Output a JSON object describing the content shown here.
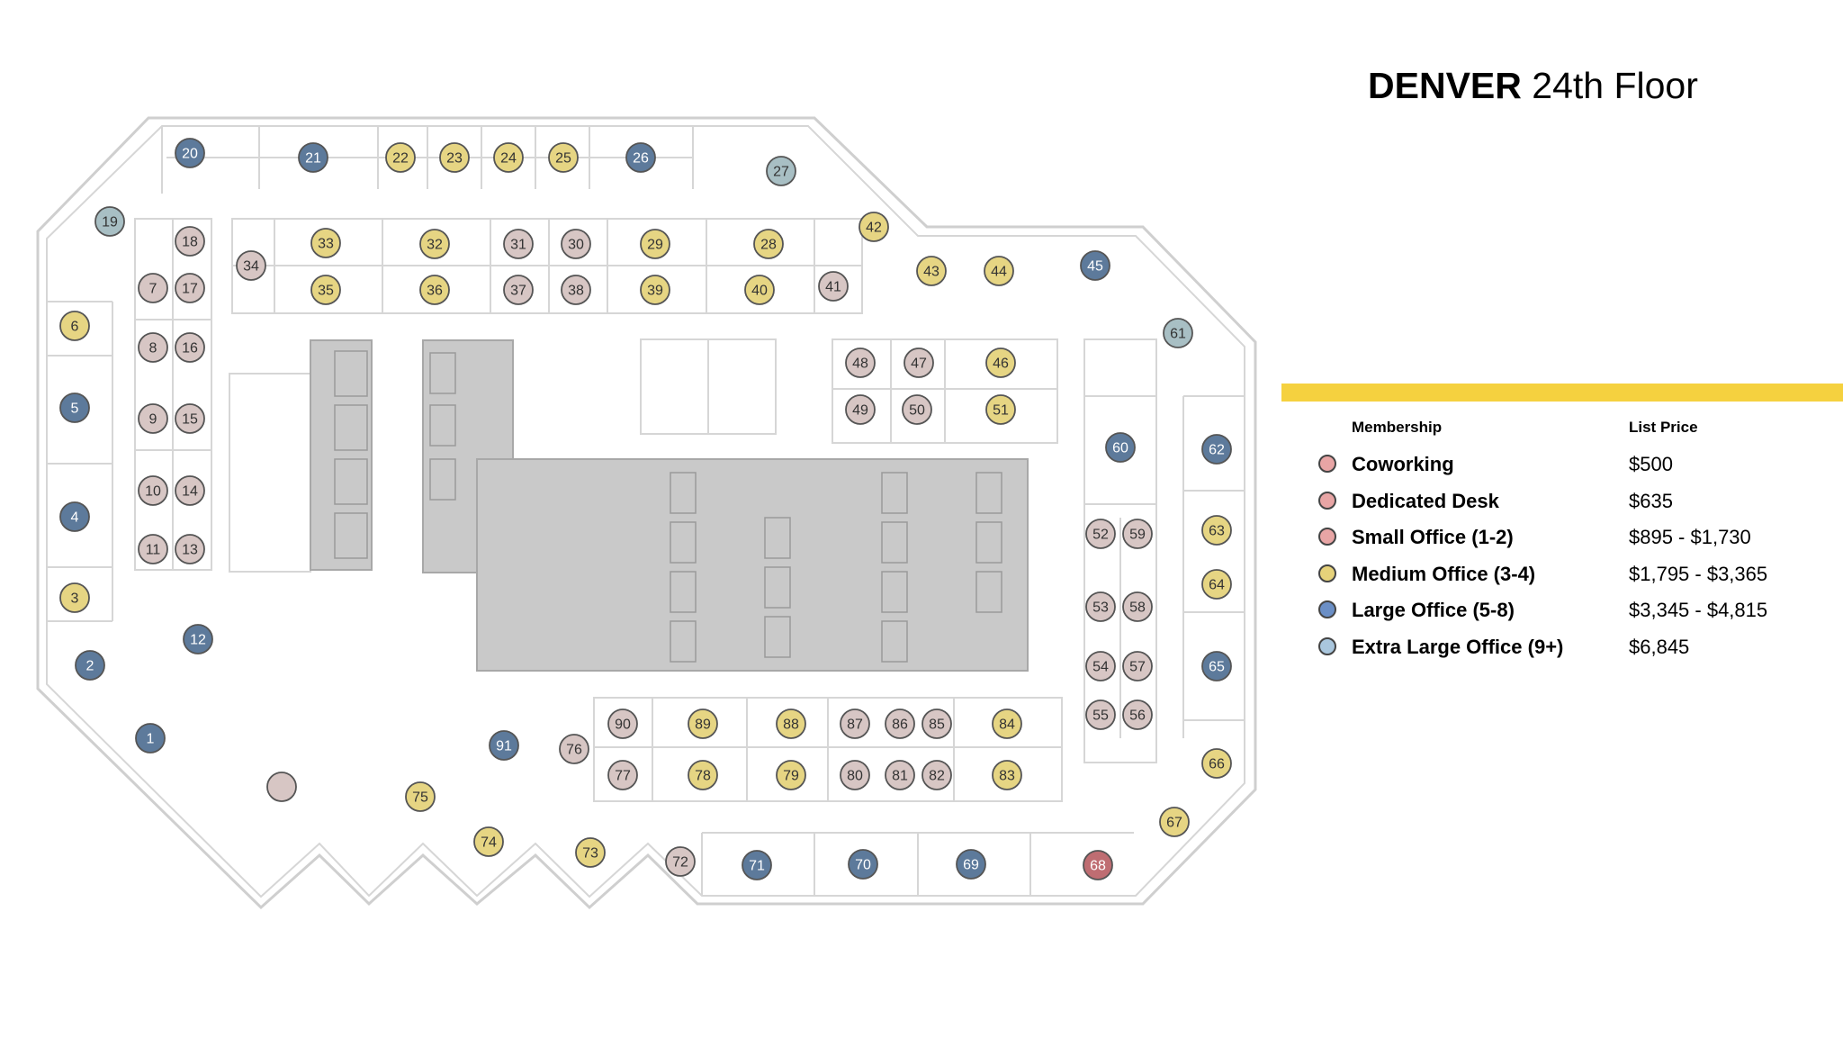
{
  "title": {
    "city": "DENVER",
    "floor": "24th Floor"
  },
  "legend": {
    "header_membership": "Membership",
    "header_price": "List Price",
    "items": [
      {
        "type": "coworking",
        "label": "Coworking",
        "price": "$500",
        "color": "#e8a5a5"
      },
      {
        "type": "dedicated",
        "label": "Dedicated Desk",
        "price": "$635",
        "color": "#e8a5a5"
      },
      {
        "type": "small",
        "label": "Small Office (1-2)",
        "price": "$895 - $1,730",
        "color": "#e8a5a5"
      },
      {
        "type": "medium",
        "label": "Medium Office (3-4)",
        "price": "$1,795 - $3,365",
        "color": "#e6d27a"
      },
      {
        "type": "large",
        "label": "Large Office (5-8)",
        "price": "$3,345 - $4,815",
        "color": "#6b8fc6"
      },
      {
        "type": "xl",
        "label": "Extra Large Office (9+)",
        "price": "$6,845",
        "color": "#a9c6dd"
      }
    ]
  },
  "colors": {
    "small": "#d7c6c4",
    "medium": "#e6d583",
    "large": "#5d7a9b",
    "xl": "#a8bfc4",
    "coworking": "#bf6d72",
    "accent": "#f5d13f"
  },
  "units": [
    {
      "id": "1",
      "type": "large"
    },
    {
      "id": "2",
      "type": "large"
    },
    {
      "id": "3",
      "type": "medium"
    },
    {
      "id": "4",
      "type": "large"
    },
    {
      "id": "5",
      "type": "large"
    },
    {
      "id": "6",
      "type": "medium"
    },
    {
      "id": "7",
      "type": "small"
    },
    {
      "id": "8",
      "type": "small"
    },
    {
      "id": "9",
      "type": "small"
    },
    {
      "id": "10",
      "type": "small"
    },
    {
      "id": "11",
      "type": "small"
    },
    {
      "id": "12",
      "type": "large"
    },
    {
      "id": "13",
      "type": "small"
    },
    {
      "id": "14",
      "type": "small"
    },
    {
      "id": "15",
      "type": "small"
    },
    {
      "id": "16",
      "type": "small"
    },
    {
      "id": "17",
      "type": "small"
    },
    {
      "id": "18",
      "type": "small"
    },
    {
      "id": "19",
      "type": "xl"
    },
    {
      "id": "20",
      "type": "large"
    },
    {
      "id": "21",
      "type": "large"
    },
    {
      "id": "22",
      "type": "medium"
    },
    {
      "id": "23",
      "type": "medium"
    },
    {
      "id": "24",
      "type": "medium"
    },
    {
      "id": "25",
      "type": "medium"
    },
    {
      "id": "26",
      "type": "large"
    },
    {
      "id": "27",
      "type": "xl"
    },
    {
      "id": "28",
      "type": "medium"
    },
    {
      "id": "29",
      "type": "medium"
    },
    {
      "id": "30",
      "type": "small"
    },
    {
      "id": "31",
      "type": "small"
    },
    {
      "id": "32",
      "type": "medium"
    },
    {
      "id": "33",
      "type": "medium"
    },
    {
      "id": "34",
      "type": "small"
    },
    {
      "id": "35",
      "type": "medium"
    },
    {
      "id": "36",
      "type": "medium"
    },
    {
      "id": "37",
      "type": "small"
    },
    {
      "id": "38",
      "type": "small"
    },
    {
      "id": "39",
      "type": "medium"
    },
    {
      "id": "40",
      "type": "medium"
    },
    {
      "id": "41",
      "type": "small"
    },
    {
      "id": "42",
      "type": "medium"
    },
    {
      "id": "43",
      "type": "medium"
    },
    {
      "id": "44",
      "type": "medium"
    },
    {
      "id": "45",
      "type": "large"
    },
    {
      "id": "46",
      "type": "medium"
    },
    {
      "id": "47",
      "type": "small"
    },
    {
      "id": "48",
      "type": "small"
    },
    {
      "id": "49",
      "type": "small"
    },
    {
      "id": "50",
      "type": "small"
    },
    {
      "id": "51",
      "type": "medium"
    },
    {
      "id": "52",
      "type": "small"
    },
    {
      "id": "53",
      "type": "small"
    },
    {
      "id": "54",
      "type": "small"
    },
    {
      "id": "55",
      "type": "small"
    },
    {
      "id": "56",
      "type": "small"
    },
    {
      "id": "57",
      "type": "small"
    },
    {
      "id": "58",
      "type": "small"
    },
    {
      "id": "59",
      "type": "small"
    },
    {
      "id": "60",
      "type": "large"
    },
    {
      "id": "61",
      "type": "xl"
    },
    {
      "id": "62",
      "type": "large"
    },
    {
      "id": "63",
      "type": "medium"
    },
    {
      "id": "64",
      "type": "medium"
    },
    {
      "id": "65",
      "type": "large"
    },
    {
      "id": "66",
      "type": "medium"
    },
    {
      "id": "67",
      "type": "medium"
    },
    {
      "id": "68",
      "type": "coworking"
    },
    {
      "id": "69",
      "type": "large"
    },
    {
      "id": "70",
      "type": "large"
    },
    {
      "id": "71",
      "type": "large"
    },
    {
      "id": "72",
      "type": "small"
    },
    {
      "id": "73",
      "type": "medium"
    },
    {
      "id": "74",
      "type": "medium"
    },
    {
      "id": "75",
      "type": "medium"
    },
    {
      "id": "76",
      "type": "small"
    },
    {
      "id": "77",
      "type": "small"
    },
    {
      "id": "78",
      "type": "medium"
    },
    {
      "id": "79",
      "type": "medium"
    },
    {
      "id": "80",
      "type": "small"
    },
    {
      "id": "81",
      "type": "small"
    },
    {
      "id": "82",
      "type": "small"
    },
    {
      "id": "83",
      "type": "medium"
    },
    {
      "id": "84",
      "type": "medium"
    },
    {
      "id": "85",
      "type": "small"
    },
    {
      "id": "86",
      "type": "small"
    },
    {
      "id": "87",
      "type": "small"
    },
    {
      "id": "88",
      "type": "medium"
    },
    {
      "id": "89",
      "type": "medium"
    },
    {
      "id": "90",
      "type": "small"
    },
    {
      "id": "91",
      "type": "large"
    },
    {
      "id": "",
      "type": "small"
    }
  ]
}
